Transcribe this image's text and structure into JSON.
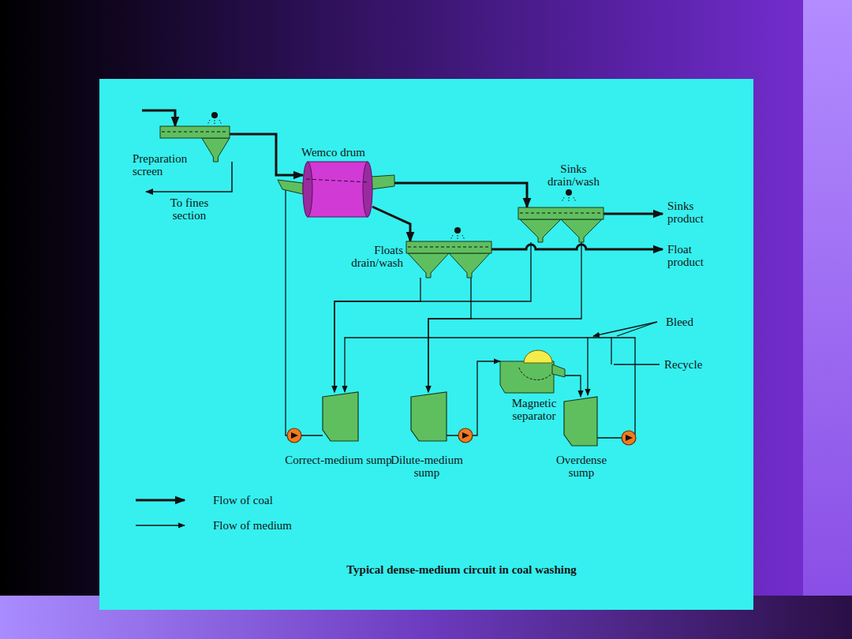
{
  "diagram": {
    "caption": "Typical dense-medium circuit in coal washing",
    "nodes": [
      {
        "text": [
          "Preparation screen"
        ]
      },
      {
        "text": [
          "Wemco drum"
        ]
      },
      {
        "text": [
          "Sinks drain/wash"
        ]
      },
      {
        "text": [
          "Floats drain/wash"
        ]
      },
      {
        "text": [
          "Correct-medium sump"
        ]
      },
      {
        "text": [
          "Dilute-medium sump"
        ]
      },
      {
        "text": [
          "Magnetic separator"
        ]
      },
      {
        "text": [
          "Overdense sump"
        ]
      }
    ],
    "edges": [
      {
        "from": 0,
        "to": 1,
        "arrow": "to"
      },
      {
        "from": 1,
        "to": 2,
        "arrow": "to"
      },
      {
        "from": 1,
        "to": 3,
        "arrow": "to"
      },
      {
        "from": 3,
        "to": 4,
        "arrow": "to"
      },
      {
        "from": 2,
        "to": 4,
        "arrow": "to"
      },
      {
        "from": 3,
        "to": 5,
        "arrow": "to"
      },
      {
        "from": 2,
        "to": 5,
        "arrow": "to"
      },
      {
        "from": 5,
        "to": 6,
        "arrow": "to"
      },
      {
        "from": 6,
        "to": 7,
        "arrow": "to"
      },
      {
        "from": 7,
        "to": 4,
        "arrow": "to"
      },
      {
        "from": 4,
        "to": 1,
        "arrow": "to"
      }
    ],
    "labels": [
      "To fines section",
      "Sinks product",
      "Float product",
      "Bleed",
      "Recycle"
    ],
    "legend": [
      {
        "text": "Flow of coal"
      },
      {
        "text": "Flow of medium"
      }
    ]
  }
}
